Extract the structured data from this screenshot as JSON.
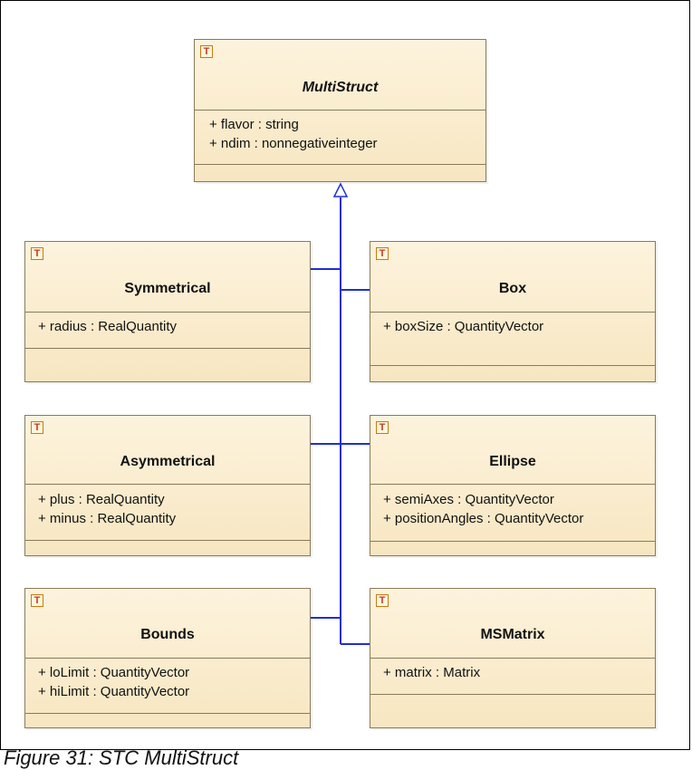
{
  "diagram": {
    "caption": "Figure 31: STC MultiStruct",
    "stereotype_glyph": "T",
    "line_color": "#1f2fd1",
    "class_fill": "#f9ebcb",
    "classes": {
      "multistruct": {
        "name": "MultiStruct",
        "attrs": [
          "+ flavor : string",
          "+ ndim : nonnegativeinteger"
        ]
      },
      "symmetrical": {
        "name": "Symmetrical",
        "attrs": [
          "+ radius : RealQuantity"
        ]
      },
      "box": {
        "name": "Box",
        "attrs": [
          "+ boxSize : QuantityVector"
        ]
      },
      "asymmetrical": {
        "name": "Asymmetrical",
        "attrs": [
          "+ plus : RealQuantity",
          "+ minus : RealQuantity"
        ]
      },
      "ellipse": {
        "name": "Ellipse",
        "attrs": [
          "+ semiAxes : QuantityVector",
          "+ positionAngles : QuantityVector"
        ]
      },
      "bounds": {
        "name": "Bounds",
        "attrs": [
          "+ loLimit : QuantityVector",
          "+ hiLimit : QuantityVector"
        ]
      },
      "msmatrix": {
        "name": "MSMatrix",
        "attrs": [
          "+ matrix : Matrix"
        ]
      }
    }
  }
}
